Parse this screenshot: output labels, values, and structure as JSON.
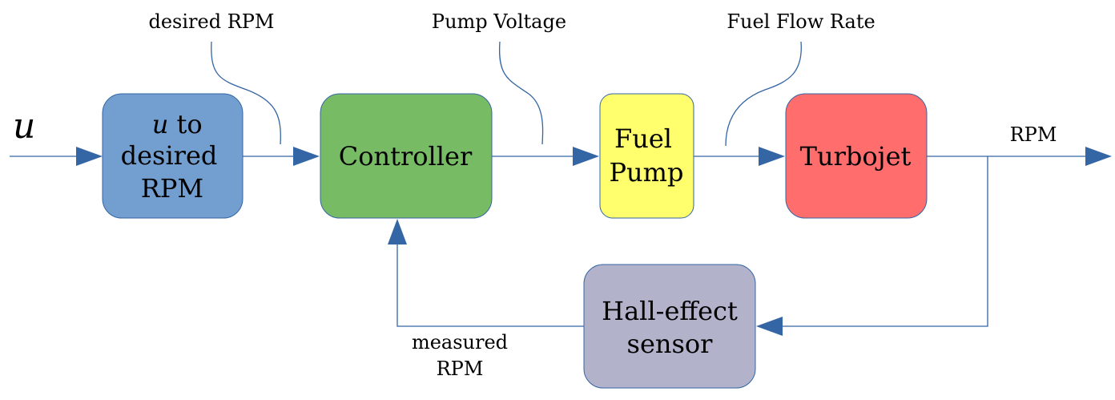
{
  "input_signal": "u",
  "blocks": {
    "converter": {
      "line1_var": "u",
      "line1_rest": " to",
      "line2": "desired",
      "line3": "RPM",
      "color": "#729fcf"
    },
    "controller": {
      "label": "Controller",
      "color": "#77bc65"
    },
    "fuel_pump": {
      "line1": "Fuel",
      "line2": "Pump",
      "color": "#ffff6d"
    },
    "turbojet": {
      "label": "Turbojet",
      "color": "#ff6d6d"
    },
    "sensor": {
      "line1": "Hall-effect",
      "line2": "sensor",
      "color": "#b2b2cb"
    }
  },
  "signals": {
    "desired_rpm": "desired RPM",
    "pump_voltage": "Pump Voltage",
    "fuel_flow_rate": "Fuel Flow Rate",
    "output_rpm": "RPM",
    "measured_line1": "measured",
    "measured_line2": "RPM"
  },
  "colors": {
    "wire": "#3465a4"
  }
}
